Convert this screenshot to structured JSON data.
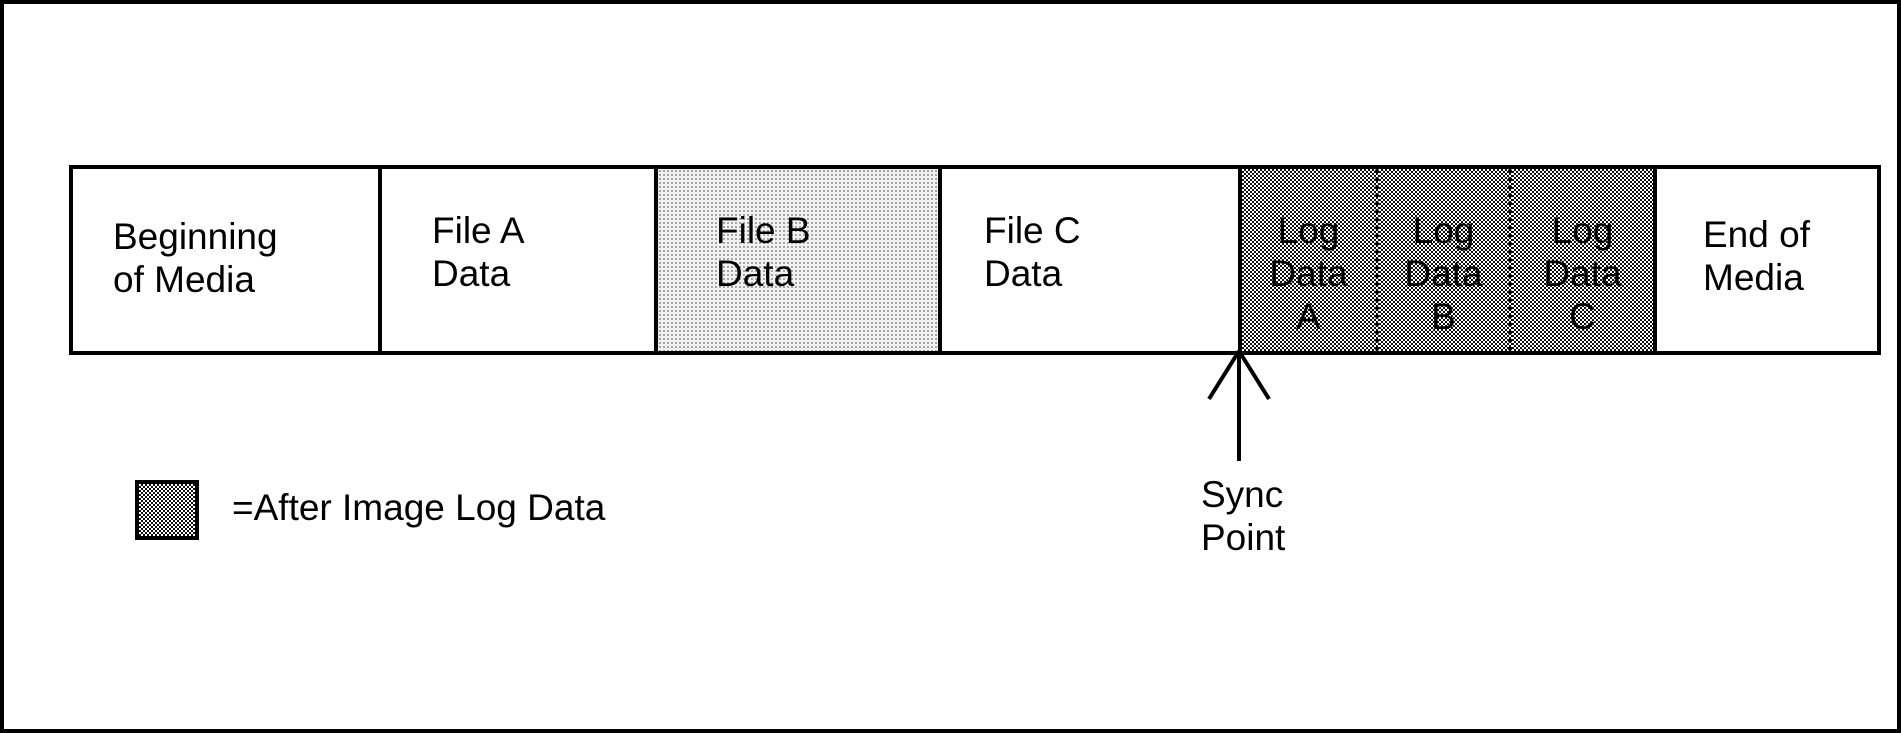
{
  "diagram": {
    "segments": [
      {
        "id": "beginning",
        "label": "Beginning\nof Media",
        "fill": "plain"
      },
      {
        "id": "file-a",
        "label": "File A\nData",
        "fill": "plain"
      },
      {
        "id": "file-b",
        "label": "File B\nData",
        "fill": "light-stipple"
      },
      {
        "id": "file-c",
        "label": "File C\nData",
        "fill": "plain"
      },
      {
        "id": "log-a",
        "label": "Log\nData\nA",
        "fill": "after-image-log"
      },
      {
        "id": "log-b",
        "label": "Log\nData\nB",
        "fill": "after-image-log"
      },
      {
        "id": "log-c",
        "label": "Log\nData\nC",
        "fill": "after-image-log"
      },
      {
        "id": "end",
        "label": "End of\nMedia",
        "fill": "plain"
      }
    ],
    "sync_point": {
      "label": "Sync\nPoint"
    },
    "legend": {
      "text": "=After Image Log Data"
    }
  },
  "colors": {
    "line": "#000000",
    "background": "#ffffff"
  }
}
